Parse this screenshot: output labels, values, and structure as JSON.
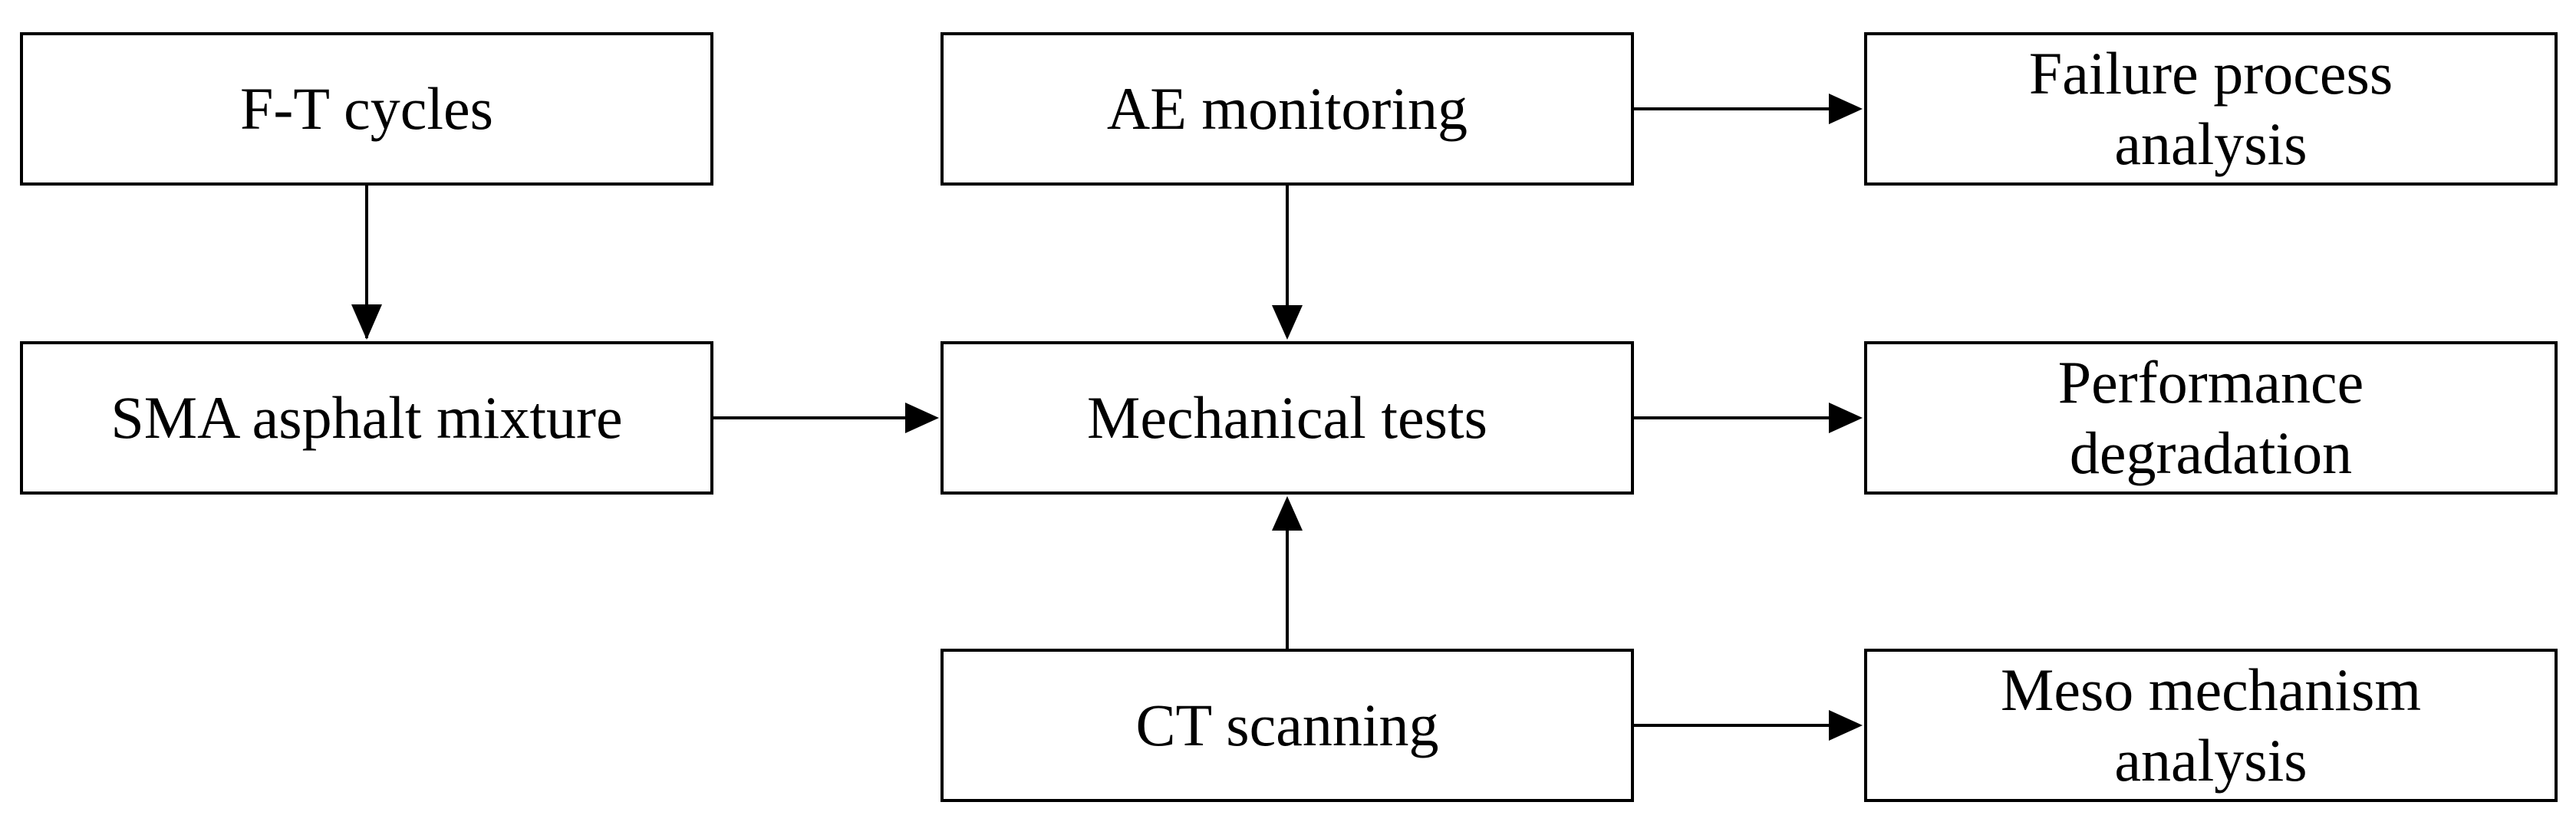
{
  "boxes": {
    "ft_cycles": {
      "lines": [
        "F-T cycles"
      ]
    },
    "sma_mixture": {
      "lines": [
        "SMA asphalt mixture"
      ]
    },
    "ae_monitoring": {
      "lines": [
        "AE monitoring"
      ]
    },
    "mechanical_tests": {
      "lines": [
        "Mechanical tests"
      ]
    },
    "ct_scanning": {
      "lines": [
        "CT scanning"
      ]
    },
    "failure_analysis": {
      "lines": [
        "Failure process",
        "analysis"
      ]
    },
    "performance_degradation": {
      "lines": [
        "Performance",
        "degradation"
      ]
    },
    "meso_mechanism": {
      "lines": [
        "Meso mechanism",
        "analysis"
      ]
    }
  },
  "edges": [
    {
      "from": "ft_cycles",
      "to": "sma_mixture"
    },
    {
      "from": "sma_mixture",
      "to": "mechanical_tests"
    },
    {
      "from": "ae_monitoring",
      "to": "mechanical_tests"
    },
    {
      "from": "ct_scanning",
      "to": "mechanical_tests"
    },
    {
      "from": "ae_monitoring",
      "to": "failure_analysis"
    },
    {
      "from": "mechanical_tests",
      "to": "performance_degradation"
    },
    {
      "from": "ct_scanning",
      "to": "meso_mechanism"
    }
  ],
  "colors": {
    "line": "#000000",
    "background": "#ffffff"
  }
}
